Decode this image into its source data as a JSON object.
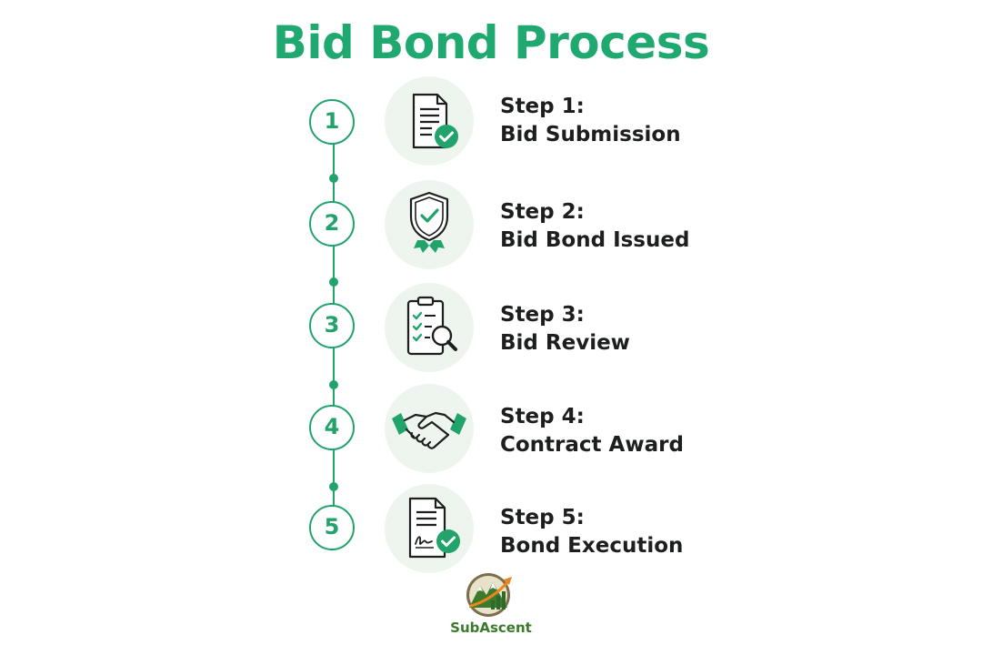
{
  "title": "Bid Bond Process",
  "steps": [
    {
      "number": "1",
      "label": "Step 1:",
      "name": "Bid Submission",
      "icon": "document-check-icon"
    },
    {
      "number": "2",
      "label": "Step 2:",
      "name": "Bid Bond Issued",
      "icon": "shield-ribbon-icon"
    },
    {
      "number": "3",
      "label": "Step 3:",
      "name": "Bid Review",
      "icon": "clipboard-magnifier-icon"
    },
    {
      "number": "4",
      "label": "Step 4:",
      "name": "Contract Award",
      "icon": "handshake-icon"
    },
    {
      "number": "5",
      "label": "Step 5:",
      "name": "Bond Execution",
      "icon": "signed-document-icon"
    }
  ],
  "logo": {
    "text": "SubAscent",
    "icon": "mountain-growth-logo"
  },
  "colors": {
    "accent": "#22a36c",
    "title": "#1fa870",
    "icon_bg": "#eef5ef",
    "text": "#1d1f1e"
  }
}
